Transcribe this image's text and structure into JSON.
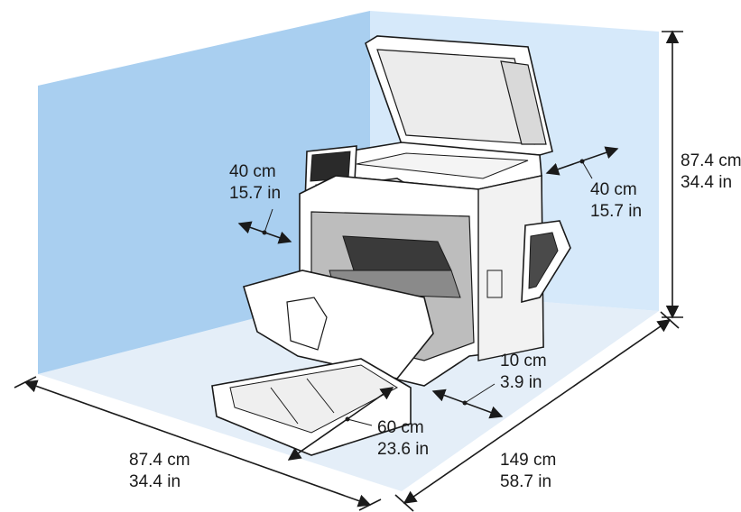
{
  "dimensions": {
    "left_clearance": {
      "cm": "40 cm",
      "in": "15.7 in"
    },
    "right_clearance": {
      "cm": "40 cm",
      "in": "15.7 in"
    },
    "height": {
      "cm": "87.4 cm",
      "in": "34.4 in"
    },
    "rear_clearance": {
      "cm": "10 cm",
      "in": "3.9 in"
    },
    "front_clearance": {
      "cm": "60 cm",
      "in": "23.6 in"
    },
    "depth": {
      "cm": "87.4 cm",
      "in": "34.4 in"
    },
    "width": {
      "cm": "149 cm",
      "in": "58.7 in"
    }
  },
  "colors": {
    "wall_left": "#a9cff0",
    "wall_back": "#d6e9fa",
    "floor": "#e4eef8",
    "ink": "#1a1a1a"
  }
}
